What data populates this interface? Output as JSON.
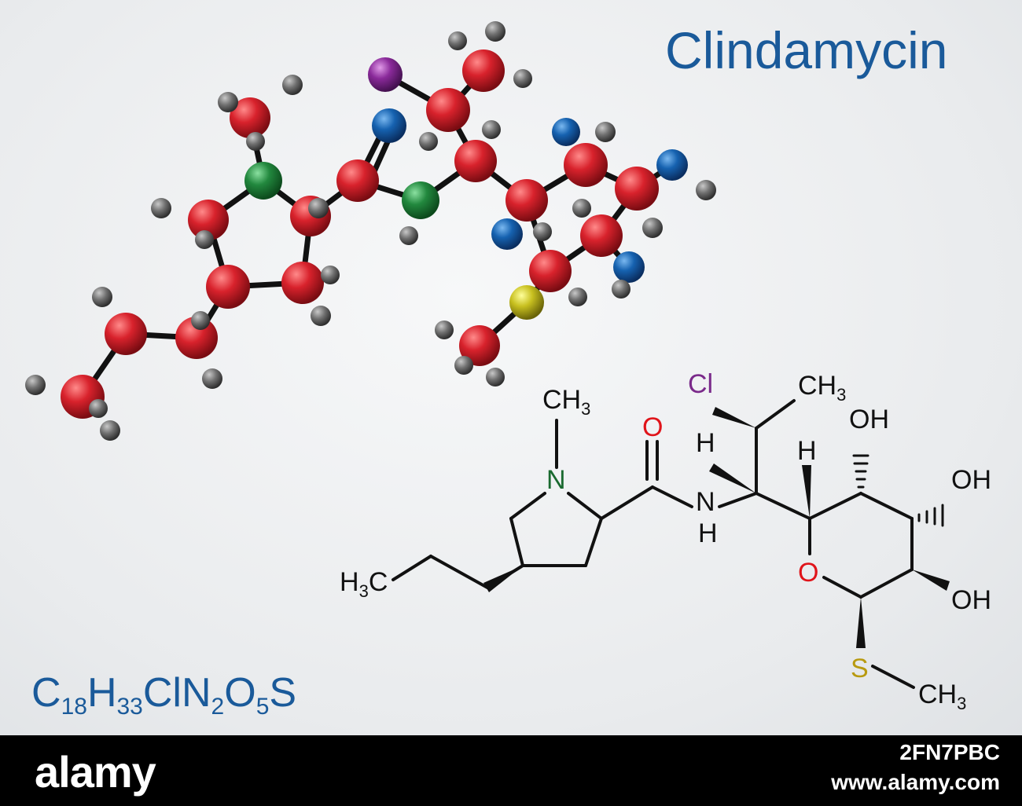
{
  "title": "Clindamycin",
  "formula": [
    {
      "text": "C"
    },
    {
      "text": "18",
      "sub": true
    },
    {
      "text": "H"
    },
    {
      "text": "33",
      "sub": true
    },
    {
      "text": "ClN"
    },
    {
      "text": "2",
      "sub": true
    },
    {
      "text": "O"
    },
    {
      "text": "5",
      "sub": true
    },
    {
      "text": "S"
    }
  ],
  "structure_labels": {
    "n_methyl": "CH",
    "n_methyl_sub": "3",
    "ring_n": "N",
    "carbonyl_o": "O",
    "amide_n": "N",
    "amide_h": "H",
    "cl": "Cl",
    "side_methyl": "CH",
    "side_methyl_sub": "3",
    "alpha_h": "H",
    "ring_h": "H",
    "oh_top": "OH",
    "oh_mid": "OH",
    "oh_low": "OH",
    "ring_o": "O",
    "sulfur": "S",
    "s_methyl": "CH",
    "s_methyl_sub": "3",
    "propyl_h": "H",
    "propyl_h_sub": "3",
    "propyl_c": "C"
  },
  "atom_colors": {
    "carbon": "#c8202a",
    "hydrogen": "#6a6a6a",
    "nitrogen": "#1e7a3c",
    "oxygen": "#1560a8",
    "chlorine": "#8a2a9a",
    "sulfur": "#c8c020"
  },
  "label_colors": {
    "nitrogen": "#1a6a30",
    "oxygen": "#e0141a",
    "chlorine": "#7a2a8a",
    "sulfur": "#b89a10",
    "carbon": "#111111"
  },
  "footer": {
    "logo": "alamy",
    "image_id": "2FN7PBC",
    "url": "www.alamy.com"
  }
}
